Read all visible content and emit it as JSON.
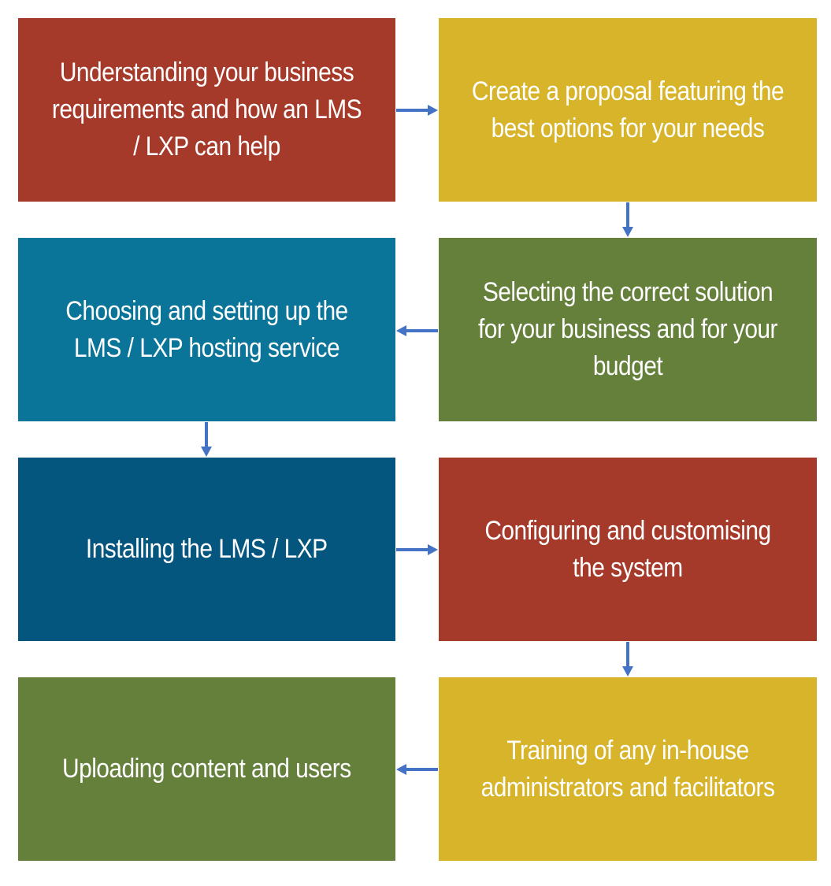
{
  "colors": {
    "red": "#A63A2A",
    "gold": "#D8B42A",
    "teal": "#0B7499",
    "navy": "#04567F",
    "green": "#64803A",
    "arrow": "#4472C4"
  },
  "steps": [
    {
      "text": "Understanding your business requirements and how an LMS / LXP can help",
      "color": "#A63A2A"
    },
    {
      "text": "Create a proposal featuring the best options for your needs",
      "color": "#D8B42A"
    },
    {
      "text": "Selecting the correct solution for your business and for your budget",
      "color": "#64803A"
    },
    {
      "text": "Choosing and setting up the LMS / LXP hosting service",
      "color": "#0B7499"
    },
    {
      "text": "Installing the LMS / LXP",
      "color": "#04567F"
    },
    {
      "text": "Configuring and customising the system",
      "color": "#A63A2A"
    },
    {
      "text": "Training of any in-house administrators and facilitators",
      "color": "#D8B42A"
    },
    {
      "text": "Uploading content and users",
      "color": "#64803A"
    }
  ]
}
